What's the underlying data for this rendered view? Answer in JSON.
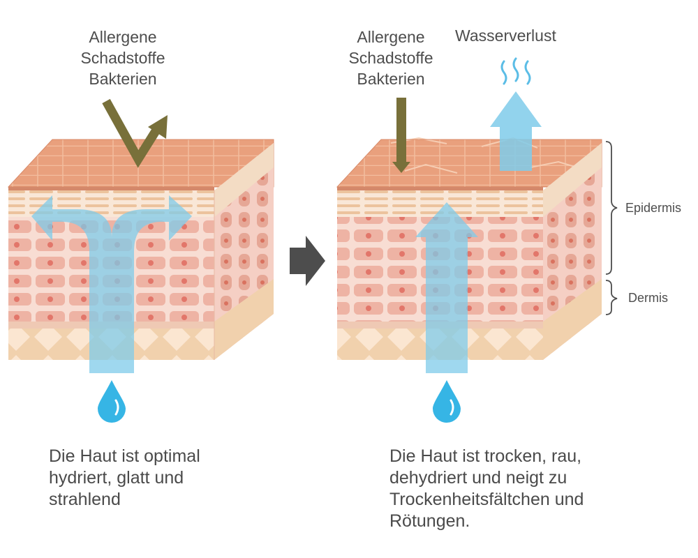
{
  "left_panel": {
    "threats_label": "Allergene\nSchadstoffe\nBakterien",
    "caption": "Die Haut ist optimal\nhydriert, glatt und\nstrahlend"
  },
  "right_panel": {
    "threats_label": "Allergene\nSchadstoffe\nBakterien",
    "water_loss_label": "Wasserverlust",
    "caption": "Die Haut ist trocken, rau,\ndehydriert und neigt zu\nTrockenheitsfältchen und\nRötungen."
  },
  "layers": {
    "epidermis": "Epidermis",
    "dermis": "Dermis"
  },
  "colors": {
    "skin_top": "#e9a07d",
    "tile_line": "#f4c6a9",
    "cell_layer": "#f6d6cc",
    "cell": "#eeaa9a",
    "nucleus": "#e2766a",
    "dermis_fill": "#f5d9b8",
    "water_arrow": "#7fcbea",
    "water_drop": "#36b5e5",
    "threat_arrow": "#78703a",
    "transition_arrow": "#4d4d4d"
  }
}
